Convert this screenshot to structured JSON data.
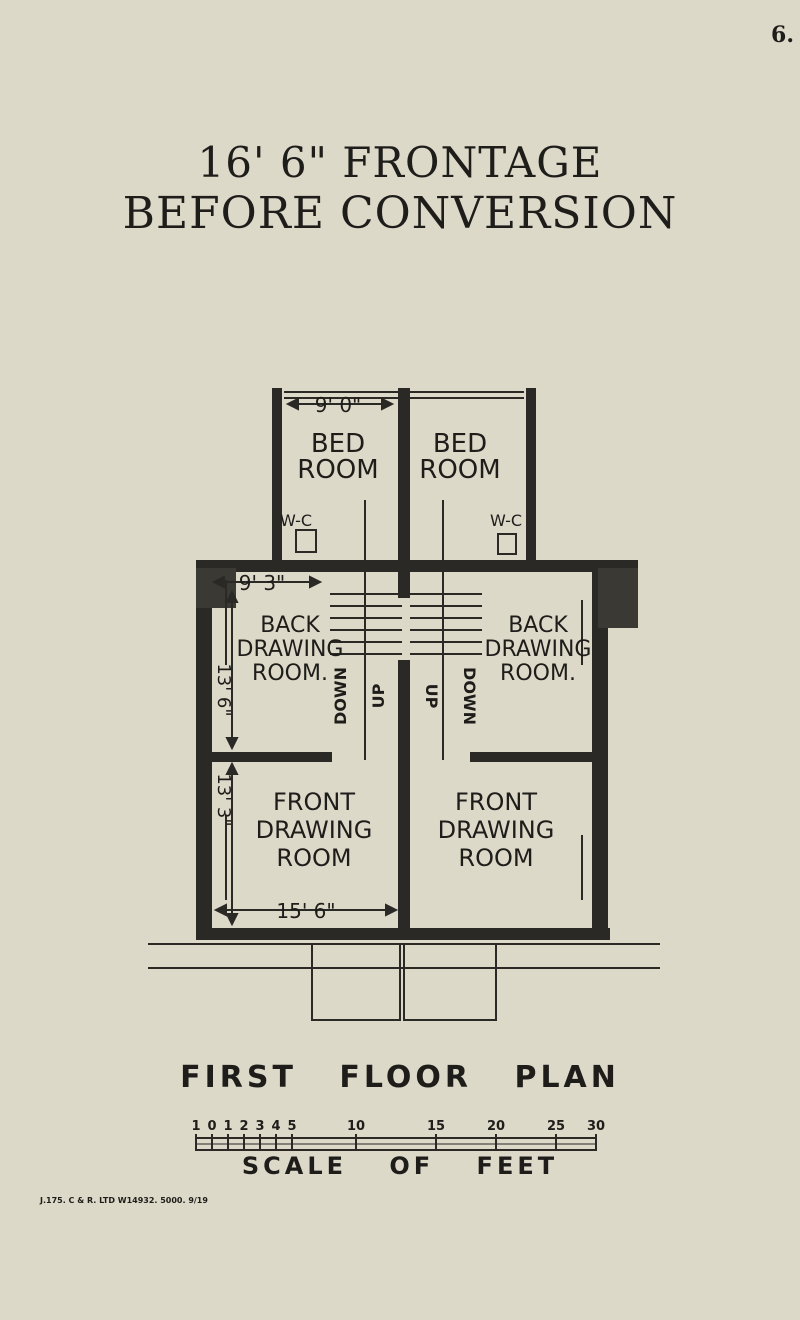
{
  "page_number": "6.",
  "title_line_1": "16' 6\" FRONTAGE",
  "title_line_2": "BEFORE CONVERSION",
  "plan_caption": "FIRST FLOOR PLAN",
  "dimensions": {
    "bedroom_width": "9' 0\"",
    "back_width": "9' 3\"",
    "back_depth": "13' 6\"",
    "front_depth": "13' 3\"",
    "front_width": "15' 6\""
  },
  "rooms": {
    "left_bed_line_1": "BED",
    "left_bed_line_2": "ROOM",
    "right_bed_line_1": "BED",
    "right_bed_line_2": "ROOM",
    "left_wc": "W-C",
    "right_wc": "W-C",
    "left_back_line_1": "BACK",
    "left_back_line_2": "DRAWING",
    "left_back_line_3": "ROOM.",
    "right_back_line_1": "BACK",
    "right_back_line_2": "DRAWING",
    "right_back_line_3": "ROOM.",
    "left_front_line_1": "FRONT",
    "left_front_line_2": "DRAWING",
    "left_front_line_3": "ROOM",
    "right_front_line_1": "FRONT",
    "right_front_line_2": "DRAWING",
    "right_front_line_3": "ROOM"
  },
  "stairs": {
    "left_down": "DOWN",
    "left_up": "UP",
    "right_up": "UP",
    "right_down": "DOWN"
  },
  "scale": {
    "caption": "SCALE OF FEET",
    "ticks": [
      "1",
      "0",
      "1",
      "2",
      "3",
      "4",
      "5",
      "10",
      "15",
      "20",
      "25",
      "30"
    ]
  },
  "print_note": "J.175. C & R. LTD W14932. 5000. 9/19"
}
